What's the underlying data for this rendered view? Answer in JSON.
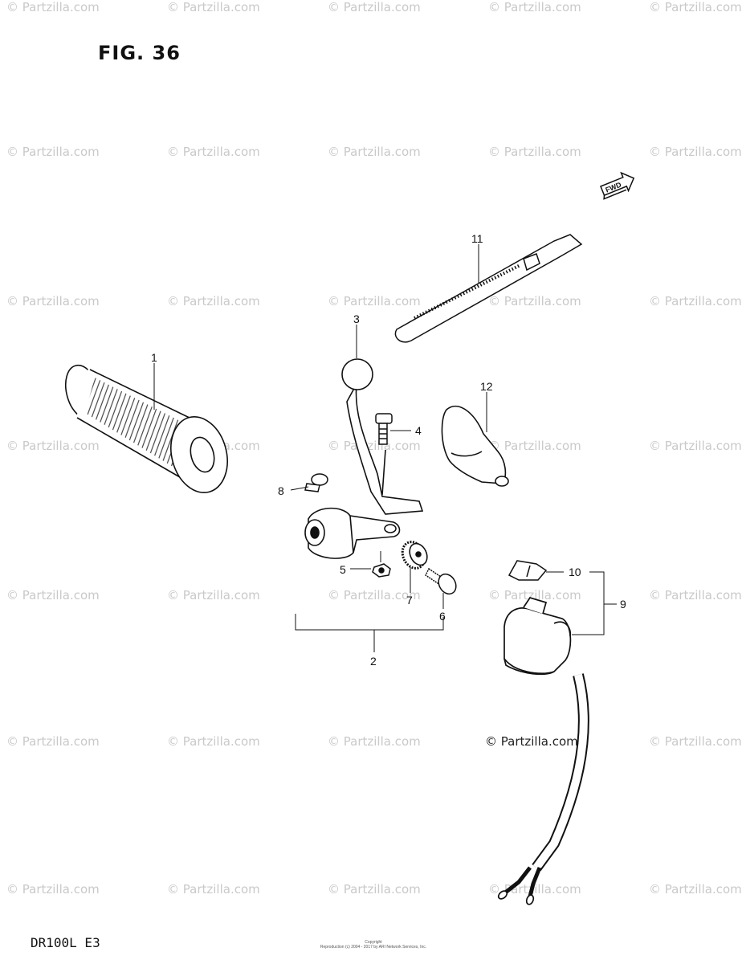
{
  "figure": {
    "title": "FIG. 36",
    "model": "DR100L  E3",
    "copyright_text": "© Partzilla.com",
    "footnote_line1": "Copyright",
    "footnote_line2": "Reproduction (c) 2004 - 2017 by ARI Network Services, Inc.",
    "fwd_text": "FWD"
  },
  "watermark": {
    "text": "© Partzilla.com"
  },
  "callouts": [
    "1",
    "2",
    "3",
    "4",
    "5",
    "6",
    "7",
    "8",
    "9",
    "10",
    "11",
    "12"
  ]
}
